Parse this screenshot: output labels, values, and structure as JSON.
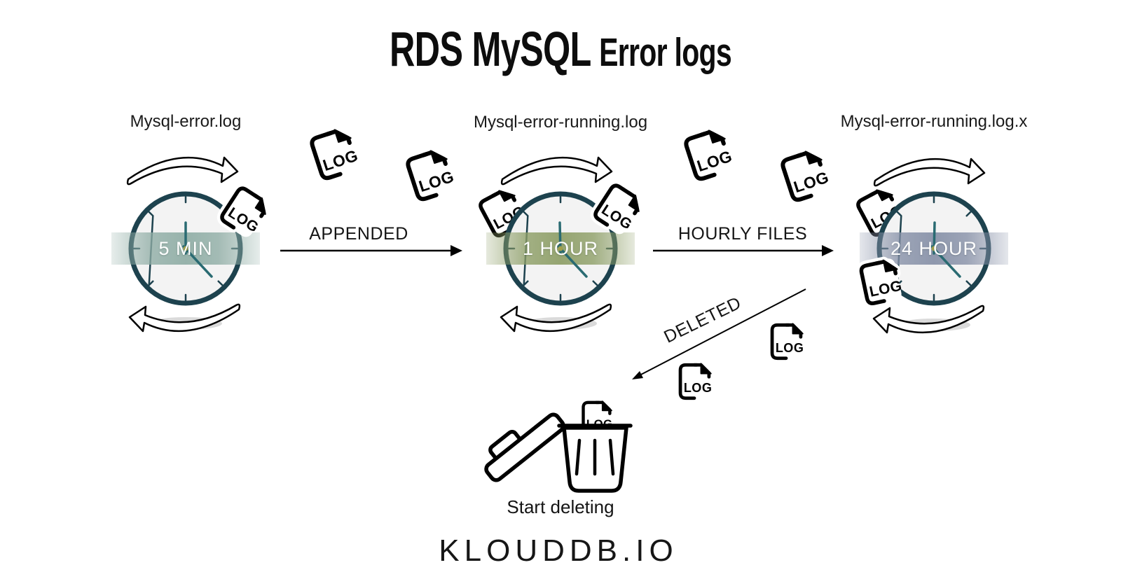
{
  "title": {
    "main": "RDS MySQL",
    "sub": "Error logs"
  },
  "clocks": [
    {
      "file_label": "Mysql-error.log",
      "banner_label": "5 MIN",
      "banner_color": "#8fada5"
    },
    {
      "file_label": "Mysql-error-running.log",
      "banner_label": "1 HOUR",
      "banner_color": "#8d9e66"
    },
    {
      "file_label": "Mysql-error-running.log.x",
      "banner_label": "24 HOUR",
      "banner_color": "#8690a7"
    }
  ],
  "flow_labels": {
    "appended": "APPENDED",
    "hourly": "HOURLY FILES",
    "deleted": "DELETED"
  },
  "trash": {
    "caption": "Start deleting"
  },
  "brand": "KLOUDDB.IO",
  "log_icon": {
    "label": "LOG"
  },
  "colors": {
    "clock_border": "#1d424e",
    "clock_face": "#f3f3f3",
    "hand": "#2a6b72",
    "center_dot": "#a1a04c",
    "ink": "#000000",
    "shadow": "#dadada"
  }
}
